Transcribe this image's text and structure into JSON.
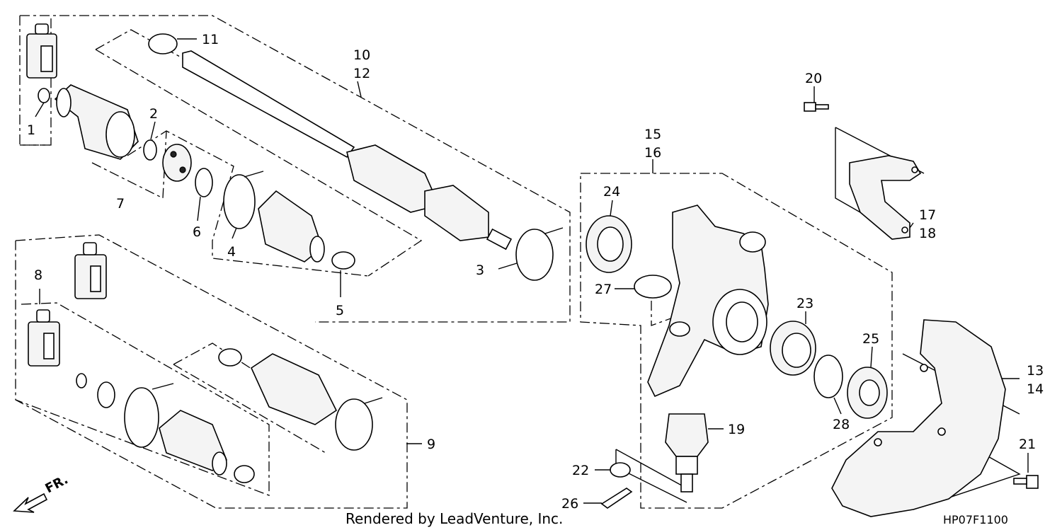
{
  "diagram": {
    "callouts": [
      "1",
      "2",
      "3",
      "4",
      "5",
      "6",
      "7",
      "8",
      "9",
      "10",
      "12",
      "11",
      "13",
      "14",
      "15",
      "16",
      "17",
      "18",
      "19",
      "20",
      "21",
      "22",
      "23",
      "24",
      "25",
      "26",
      "27",
      "28"
    ],
    "credit": "Rendered by LeadVenture, Inc.",
    "diagram_code": "HP07F1100",
    "direction_label": "FR."
  }
}
